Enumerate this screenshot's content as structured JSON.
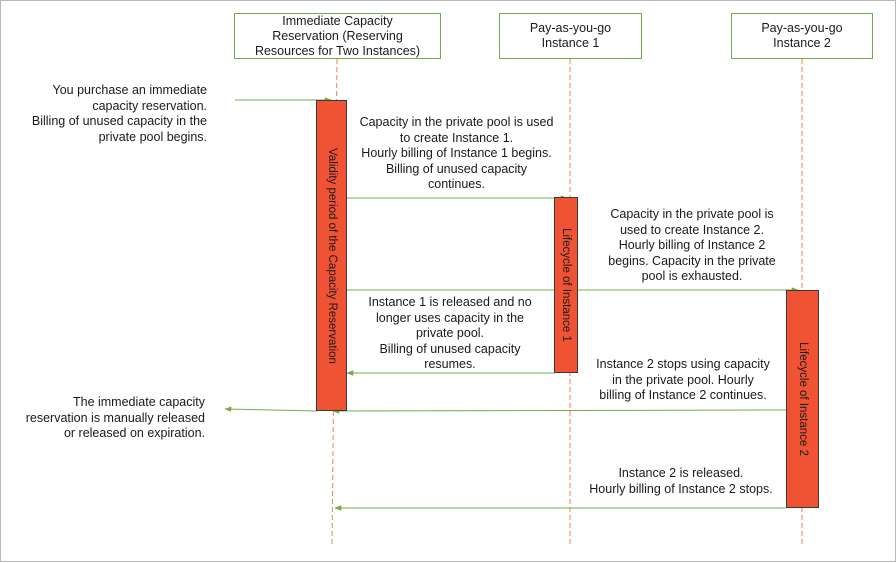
{
  "headers": {
    "reservation": "Immediate Capacity\nReservation (Reserving\nResources for Two Instances)",
    "instance1": "Pay-as-you-go\nInstance 1",
    "instance2": "Pay-as-you-go\nInstance 2"
  },
  "bars": {
    "reservation": "Validity period of the Capacity Reservation",
    "instance1": "Lifecycle of Instance 1",
    "instance2": "Lifecycle of Instance 2"
  },
  "messages": {
    "purchase": "You purchase an immediate\ncapacity reservation.\nBilling of unused capacity in the\nprivate pool begins.",
    "create1": "Capacity in the private pool is used\nto create Instance 1.\nHourly billing of Instance 1 begins.\nBilling of unused capacity\ncontinues.",
    "create2": "Capacity in the private pool is\nused to create Instance 2.\nHourly billing of Instance 2\nbegins. Capacity in the private\npool is exhausted.",
    "release1": "Instance 1 is released and no\nlonger uses capacity in the\nprivate pool.\nBilling of unused capacity\nresumes.",
    "stop2": "Instance 2 stops using capacity\nin the private pool. Hourly\nbilling of Instance 2 continues.",
    "expire": "The immediate capacity\nreservation is manually released\nor released on expiration.",
    "release2": "Instance 2 is released.\nHourly billing of Instance 2 stops."
  },
  "colors": {
    "lifeline": "#f07f5a",
    "arrow": "#70ad47",
    "bar": "#f05234"
  }
}
